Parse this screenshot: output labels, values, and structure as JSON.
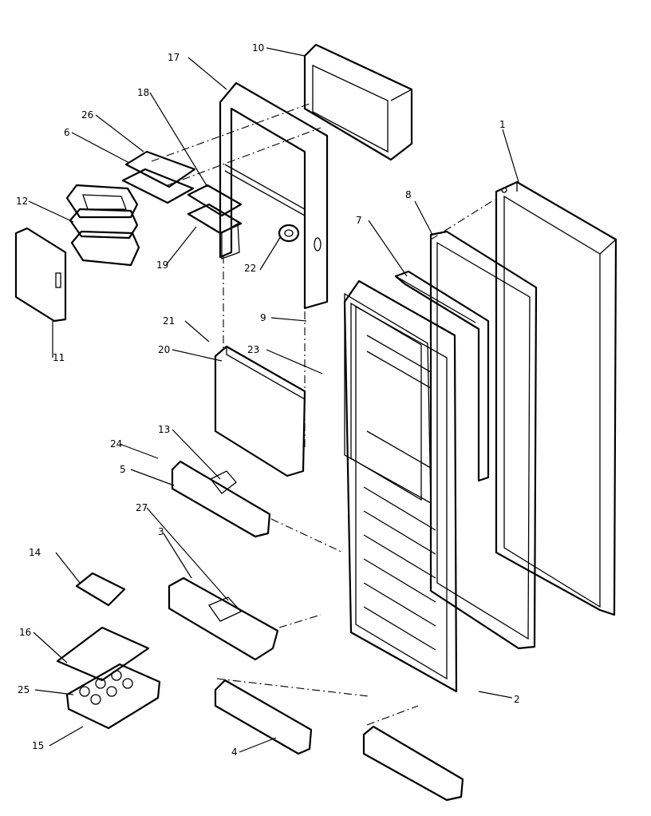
{
  "labels": [
    "1",
    "2",
    "3",
    "4",
    "5",
    "6",
    "7",
    "8",
    "9",
    "10",
    "11",
    "12",
    "13",
    "14",
    "15",
    "16",
    "17",
    "18",
    "19",
    "20",
    "21",
    "22",
    "23",
    "24",
    "25",
    "26",
    "27"
  ]
}
